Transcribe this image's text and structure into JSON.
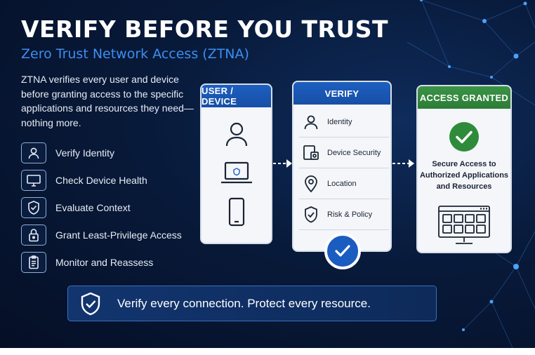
{
  "title": "VERIFY BEFORE YOU TRUST",
  "subtitle": "Zero Trust Network Access (ZTNA)",
  "description": "ZTNA verifies every user and device before granting access to the specific applications and resources they need— nothing more.",
  "steps": [
    {
      "label": "Verify Identity",
      "icon": "user-icon"
    },
    {
      "label": "Check Device Health",
      "icon": "monitor-icon"
    },
    {
      "label": "Evaluate Context",
      "icon": "shield-check-icon"
    },
    {
      "label": "Grant Least-Privilege Access",
      "icon": "lock-icon"
    },
    {
      "label": "Monitor and Reassess",
      "icon": "clipboard-icon"
    }
  ],
  "user_device": {
    "header": "USER / DEVICE",
    "icons": [
      "person-icon",
      "laptop-icon",
      "phone-icon"
    ]
  },
  "verify": {
    "header": "VERIFY",
    "rows": [
      {
        "label": "Identity",
        "icon": "person-icon"
      },
      {
        "label": "Device Security",
        "icon": "device-security-icon"
      },
      {
        "label": "Location",
        "icon": "location-pin-icon"
      },
      {
        "label": "Risk & Policy",
        "icon": "shield-check-icon"
      }
    ]
  },
  "access": {
    "header": "ACCESS GRANTED",
    "text_lines": [
      "Secure Access to",
      "Authorized Applications",
      "and Resources"
    ]
  },
  "banner": {
    "text": "Verify every connection. Protect every resource."
  },
  "colors": {
    "background": "#081a3a",
    "accent_blue": "#1d5fc0",
    "subtitle_blue": "#3d8ef0",
    "granted_green": "#2e8b3a"
  }
}
